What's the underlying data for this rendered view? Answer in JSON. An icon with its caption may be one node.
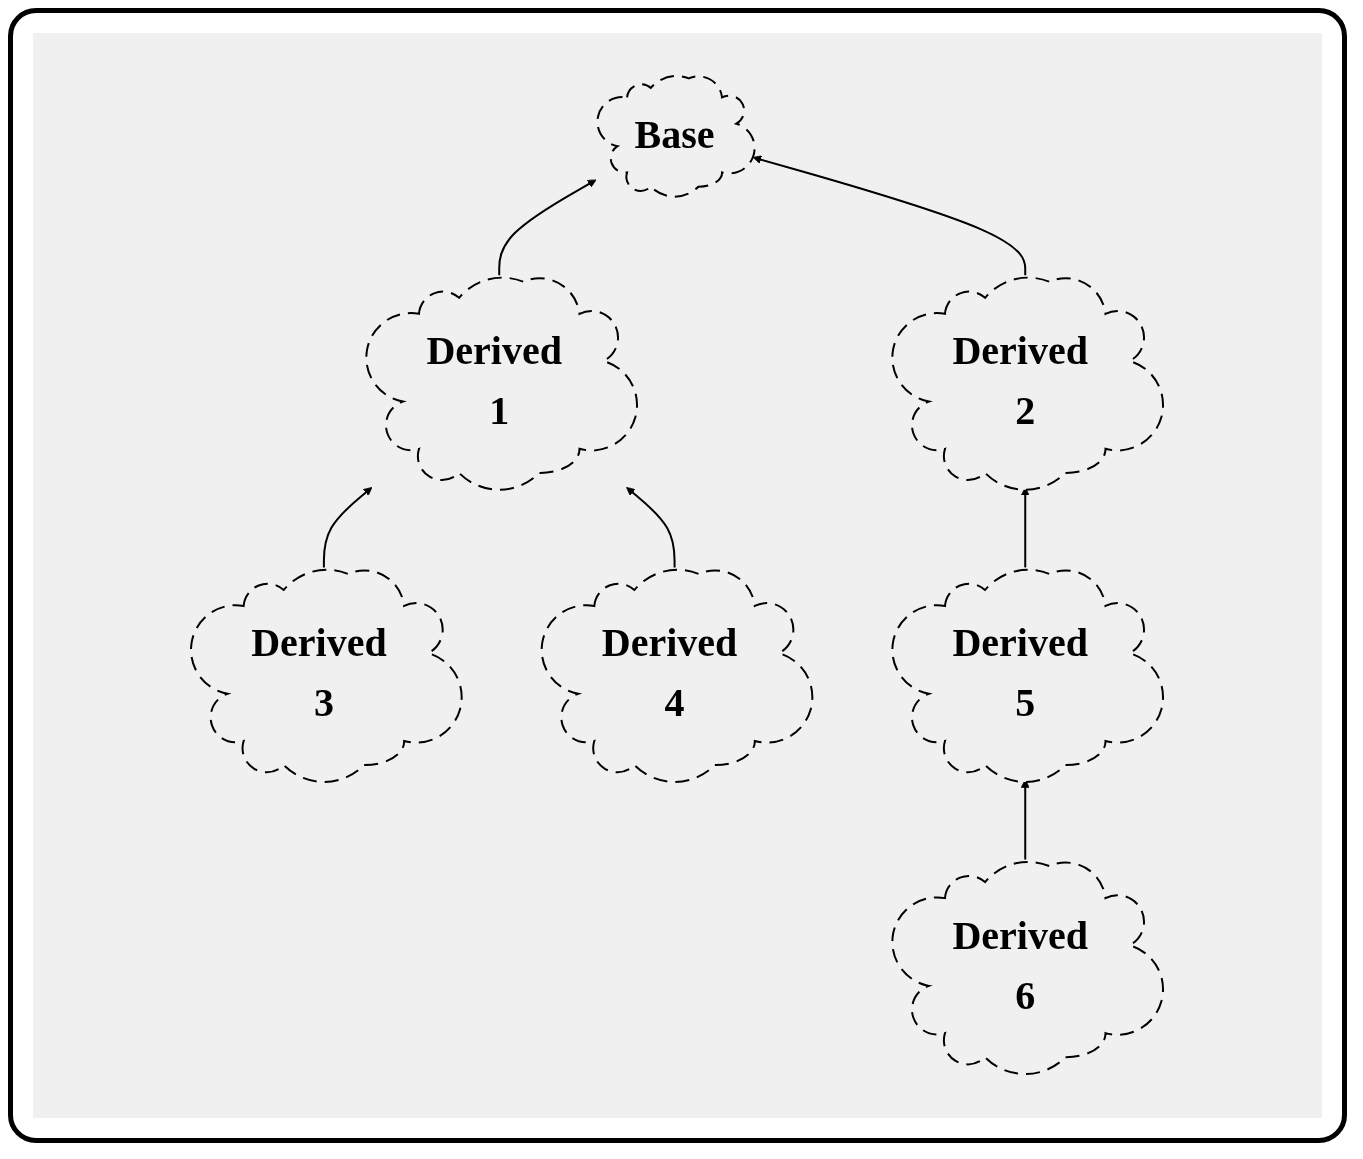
{
  "diagram": {
    "nodes": [
      {
        "text": [
          "Base"
        ]
      },
      {
        "text": [
          "Derived 1"
        ]
      },
      {
        "text": [
          "Derived 2"
        ]
      },
      {
        "text": [
          "Derived 3"
        ]
      },
      {
        "text": [
          "Derived 4"
        ]
      },
      {
        "text": [
          "Derived 5"
        ]
      },
      {
        "text": [
          "Derived 6"
        ]
      }
    ],
    "edges": [
      {
        "from": 1,
        "to": 0,
        "arrow": "to"
      },
      {
        "from": 2,
        "to": 0,
        "arrow": "to"
      },
      {
        "from": 3,
        "to": 1,
        "arrow": "to"
      },
      {
        "from": 4,
        "to": 1,
        "arrow": "to"
      },
      {
        "from": 5,
        "to": 2,
        "arrow": "to"
      },
      {
        "from": 6,
        "to": 5,
        "arrow": "to"
      }
    ]
  }
}
